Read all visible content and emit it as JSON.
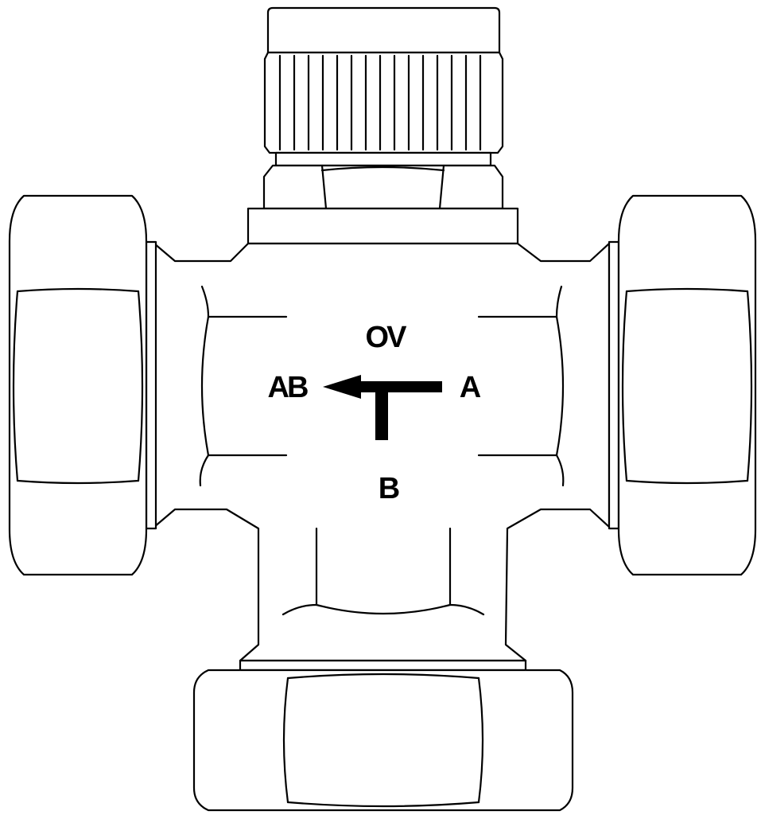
{
  "ports": {
    "top": "OV",
    "left": "AB",
    "right": "A",
    "bottom": "B"
  },
  "colors": {
    "stroke": "#000000",
    "background": "#ffffff"
  }
}
